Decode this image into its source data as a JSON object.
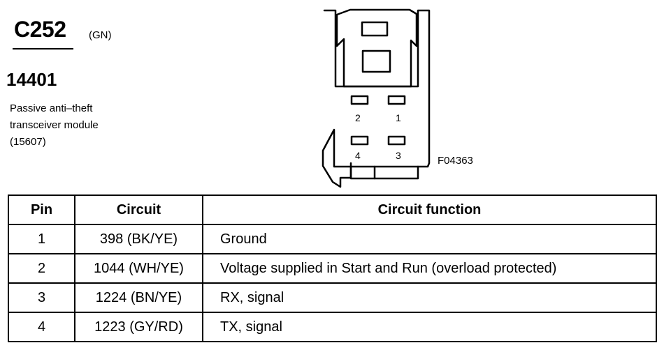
{
  "connector": {
    "id": "C252",
    "color": "(GN)",
    "part_number": "14401",
    "description_lines": [
      "Passive anti–theft",
      "transceiver module",
      "(15607)"
    ],
    "figure_id": "F04363",
    "pin_labels": [
      "2",
      "1",
      "4",
      "3"
    ]
  },
  "table": {
    "headers": [
      "Pin",
      "Circuit",
      "Circuit function"
    ],
    "rows": [
      {
        "pin": "1",
        "circuit": "398 (BK/YE)",
        "function": "Ground"
      },
      {
        "pin": "2",
        "circuit": "1044 (WH/YE)",
        "function": "Voltage supplied in Start and Run (overload protected)"
      },
      {
        "pin": "3",
        "circuit": "1224 (BN/YE)",
        "function": "RX, signal"
      },
      {
        "pin": "4",
        "circuit": "1223 (GY/RD)",
        "function": "TX, signal"
      }
    ]
  }
}
